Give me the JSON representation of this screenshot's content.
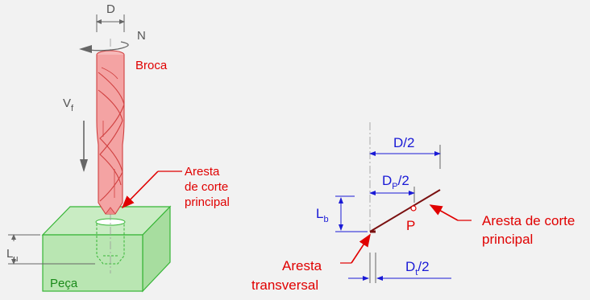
{
  "drill": {
    "label": "Broca",
    "diameter": "D",
    "rotation": "N",
    "feed": "V",
    "feed_sub": "f",
    "edge_label_1": "Aresta",
    "edge_label_2": "de corte",
    "edge_label_3": "principal"
  },
  "workpiece": {
    "label": "Peça",
    "depth": "L",
    "depth_sub": "u"
  },
  "detail": {
    "half_d": "D/2",
    "dp_main": "D",
    "dp_sub": "P",
    "dp_tail": "/2",
    "lb_main": "L",
    "lb_sub": "b",
    "point_p": "P",
    "dt_main": "D",
    "dt_sub": "t",
    "dt_tail": "/2",
    "main_edge_1": "Aresta de corte",
    "main_edge_2": "principal",
    "chisel_edge_1": "Aresta",
    "chisel_edge_2": "transversal"
  },
  "colors": {
    "background": "#f2f2f2",
    "drill_fill": "#f4a3a3",
    "drill_stroke": "#d04040",
    "block_fill": "#b9e6b2",
    "block_stroke": "#36b536",
    "dimension_blue": "#1a1ad6",
    "label_red": "#e00000"
  }
}
